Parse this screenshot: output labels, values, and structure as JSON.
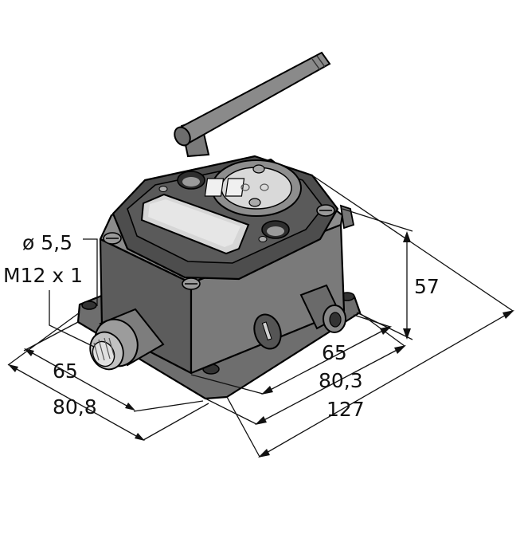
{
  "labels": {
    "hole_diameter": "ø 5,5",
    "connector_thread": "M12 x 1",
    "height": "57",
    "depth_inner": "65",
    "depth_mid": "80,3",
    "depth_total": "127",
    "width_inner": "65",
    "width_total": "80,8"
  },
  "colors": {
    "housing_top": "#8a8a8a",
    "housing_side": "#767676",
    "housing_front": "#5f5f5f",
    "lid": "#4a4a4a",
    "display": "#d8d8d8",
    "connector": "#bdbdbd",
    "line": "#111111"
  }
}
